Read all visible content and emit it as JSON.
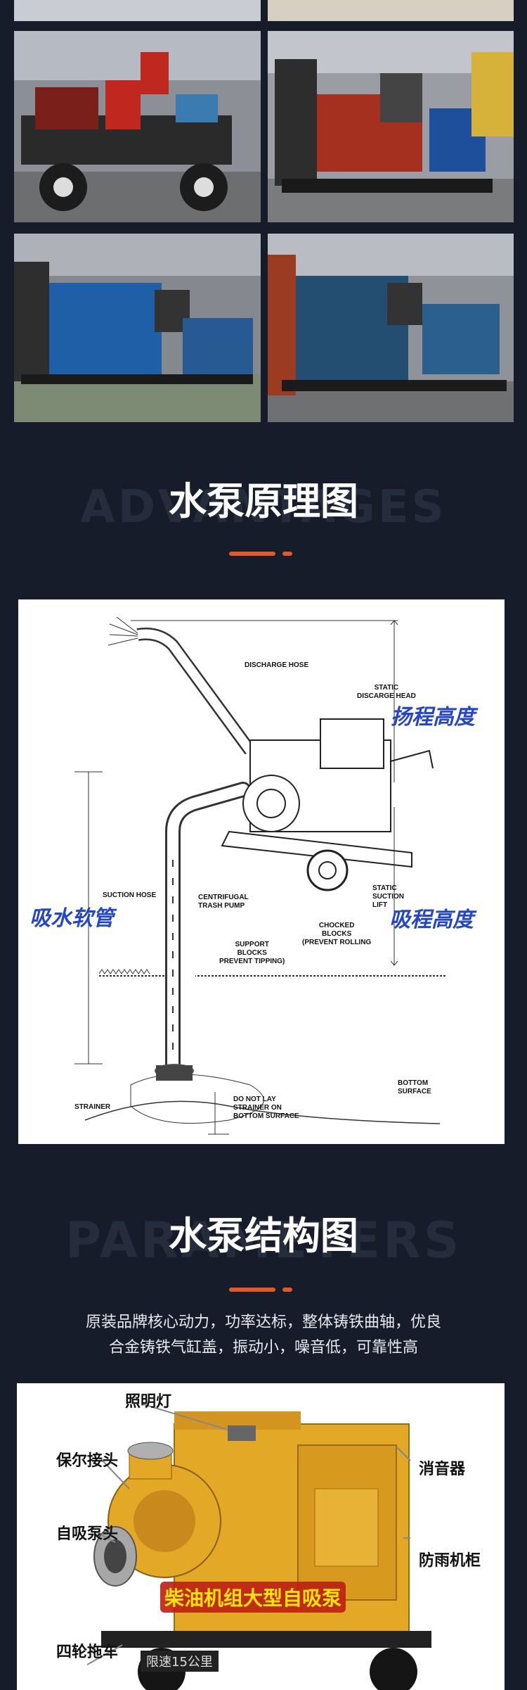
{
  "colors": {
    "background": "#171c2b",
    "accent": "#e05a2b",
    "ghost_text": "#252c3c",
    "blue_label": "#2446c8"
  },
  "gallery": {
    "photos": [
      {
        "name": "photo-trailer-pump-red"
      },
      {
        "name": "photo-engine-blue-pump"
      },
      {
        "name": "photo-blue-engine-multistage-pump"
      },
      {
        "name": "photo-engine-split-case-pump"
      }
    ]
  },
  "principle": {
    "ghost_text": "ADVANTAGES",
    "title": "水泵原理图",
    "diagram_labels": {
      "discharge_hose": "DISCHARGE HOSE",
      "static_head": "STATIC\nDISCARGE HEAD",
      "head_cn": "扬程高度",
      "suction_hose": "SUCTION HOSE",
      "suction_hose_cn": "吸水软管",
      "centrifugal": "CENTRIFUGAL\nTRASH PUMP",
      "support_blocks": "SUPPORT\nBLOCKS\nPREVENT TIPPING)",
      "chocked_blocks": "CHOCKED\nBLOCKS\n(PREVENT ROLLING",
      "static_suction": "STATIC\nSUCTION\nLIFT",
      "suction_lift_cn": "吸程高度",
      "strainer": "STRAINER",
      "do_not_lay": "DO NOT LAY\nSTRAINER ON\nBOTTOM SURFACE",
      "bottom_surface": "BOTTOM\nSURFACE"
    }
  },
  "structure": {
    "ghost_text": "PARAMETERS",
    "title": "水泵结构图",
    "description_line1": "原装品牌核心动力，功率达标，整体铸铁曲轴，优良",
    "description_line2": "合金铸铁气缸盖，振动小，噪音低，可靠性高",
    "labels": {
      "light": "照明灯",
      "coupling": "保尔接头",
      "muffler": "消音器",
      "pump_head": "自吸泵头",
      "canopy": "防雨机柜",
      "trailer": "四轮拖车",
      "banner": "柴油机组大型自吸泵",
      "plate": "限速15公里"
    }
  }
}
